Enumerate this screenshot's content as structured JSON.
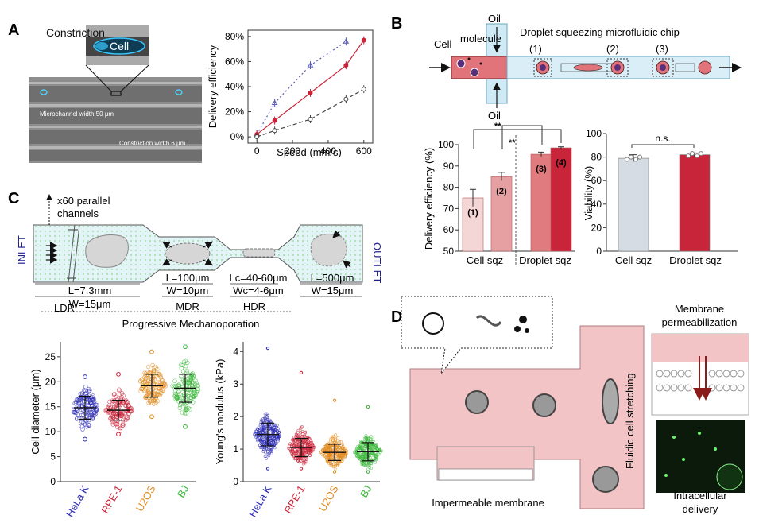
{
  "panel_labels": {
    "a": "A",
    "b": "B",
    "c": "C",
    "d": "D"
  },
  "panel_a": {
    "constriction_label": "Constriction",
    "cell_label": "Cell",
    "microchannel_label": "Microchannel width 50 μm",
    "constriction_width_label": "Constriction width 6 μm",
    "chart": {
      "xlabel": "Speed (mm/s)",
      "ylabel": "Delivery efficiency",
      "xticks": [
        "0",
        "200",
        "400",
        "600"
      ],
      "yticks": [
        "0%",
        "20%",
        "40%",
        "60%",
        "80%"
      ]
    }
  },
  "panel_b": {
    "chip_title": "Droplet squeezing microfluidic chip",
    "cell_label": "Cell",
    "molecule_label": "molecule",
    "oil_top": "Oil",
    "oil_bottom": "Oil",
    "stage_1": "(1)",
    "stage_2": "(2)",
    "stage_3": "(3)",
    "eff_chart": {
      "ylabel": "Delivery efficiency (%)",
      "yticks": [
        "50",
        "60",
        "70",
        "80",
        "90",
        "100"
      ],
      "group_labels": [
        "Cell sqz",
        "Droplet sqz"
      ],
      "bar_labels": [
        "(1)",
        "(2)",
        "(3)",
        "(4)"
      ],
      "sig": [
        "**",
        "**"
      ]
    },
    "via_chart": {
      "ylabel": "Viability (%)",
      "yticks": [
        "0",
        "20",
        "40",
        "60",
        "80",
        "100"
      ],
      "categories": [
        "Cell sqz",
        "Droplet sqz"
      ],
      "sig": "n.s."
    }
  },
  "panel_c": {
    "parallel_label": "x60 parallel channels",
    "inlet": "INLET",
    "outlet": "OUTLET",
    "seg1_l": "L=7.3mm",
    "seg1_w": "W=15μm",
    "seg1_name": "LDR",
    "seg2_l": "L=100μm",
    "seg2_w": "W=10μm",
    "seg2_name": "MDR",
    "seg3_l": "Lc=40-60μm",
    "seg3_w": "Wc=4-6μm",
    "seg3_name": "HDR",
    "seg4_l": "L=500μm",
    "seg4_w": "W=15μm",
    "progressive_label": "Progressive Mechanoporation",
    "diam_chart": {
      "ylabel": "Cell diameter (μm)",
      "yticks": [
        "0",
        "5",
        "10",
        "15",
        "20",
        "25"
      ]
    },
    "mod_chart": {
      "ylabel": "Young's modulus (kPa)",
      "yticks": [
        "0",
        "1",
        "2",
        "3",
        "4"
      ]
    },
    "cell_lines": [
      "HeLa K",
      "RPE-1",
      "U2OS",
      "BJ"
    ]
  },
  "panel_d": {
    "membrane_perm_line1": "Membrane",
    "membrane_perm_line2": "permeabilization",
    "fluidic_stretch": "Fluidic cell stretching",
    "impermeable": "Impermeable membrane",
    "intracellular_line1": "Intracellular",
    "intracellular_line2": "delivery"
  },
  "colors": {
    "cell_pink": "#e8a1a4",
    "droplet_red": "#c8253a",
    "hela": "#2b2bb3",
    "rpe": "#c8253a",
    "u2os": "#e08a1e",
    "bj": "#3cb83c",
    "cell_sqz_gray": "#d5dce3"
  },
  "chart_data": [
    {
      "type": "line",
      "x": [
        0,
        100,
        300,
        500,
        600
      ],
      "series": [
        {
          "values": [
            2,
            27,
            57,
            76,
            null
          ]
        },
        {
          "values": [
            2,
            13,
            35,
            57,
            77
          ]
        },
        {
          "values": [
            0,
            5,
            14,
            30,
            38
          ]
        }
      ],
      "xlabel": "Speed (mm/s)",
      "ylabel": "Delivery efficiency",
      "xlim": [
        -50,
        650
      ],
      "ylim": [
        -5,
        85
      ],
      "unit": "%"
    },
    {
      "type": "bar",
      "categories": [
        "(1)",
        "(2)",
        "(3)",
        "(4)"
      ],
      "values": [
        75,
        85,
        95.5,
        98.5
      ],
      "errors": [
        4,
        2,
        1,
        0.5
      ],
      "ylabel": "Delivery efficiency (%)",
      "ylim": [
        50,
        100
      ],
      "groups": [
        "Cell sqz",
        "Droplet sqz"
      ]
    },
    {
      "type": "bar",
      "categories": [
        "Cell sqz",
        "Droplet sqz"
      ],
      "values": [
        79,
        82
      ],
      "errors": [
        3,
        1.5
      ],
      "ylabel": "Viability (%)",
      "ylim": [
        0,
        100
      ]
    },
    {
      "type": "scatter",
      "categories": [
        "HeLa K",
        "RPE-1",
        "U2OS",
        "BJ"
      ],
      "means": [
        14.8,
        14.3,
        19.2,
        18.7
      ],
      "sd": [
        2.3,
        2.0,
        2.3,
        2.8
      ],
      "ranges": [
        [
          8.5,
          21
        ],
        [
          9.5,
          21.5
        ],
        [
          13,
          26
        ],
        [
          11,
          27
        ]
      ],
      "ylabel": "Cell diameter (μm)",
      "ylim": [
        0,
        28
      ]
    },
    {
      "type": "scatter",
      "categories": [
        "HeLa K",
        "RPE-1",
        "U2OS",
        "BJ"
      ],
      "means": [
        1.45,
        1.05,
        0.9,
        0.92
      ],
      "sd": [
        0.35,
        0.28,
        0.25,
        0.28
      ],
      "ranges": [
        [
          0.4,
          4.1
        ],
        [
          0.4,
          3.35
        ],
        [
          0.3,
          2.5
        ],
        [
          0.3,
          2.3
        ]
      ],
      "ylabel": "Young's modulus (kPa)",
      "ylim": [
        0,
        4.3
      ]
    }
  ]
}
